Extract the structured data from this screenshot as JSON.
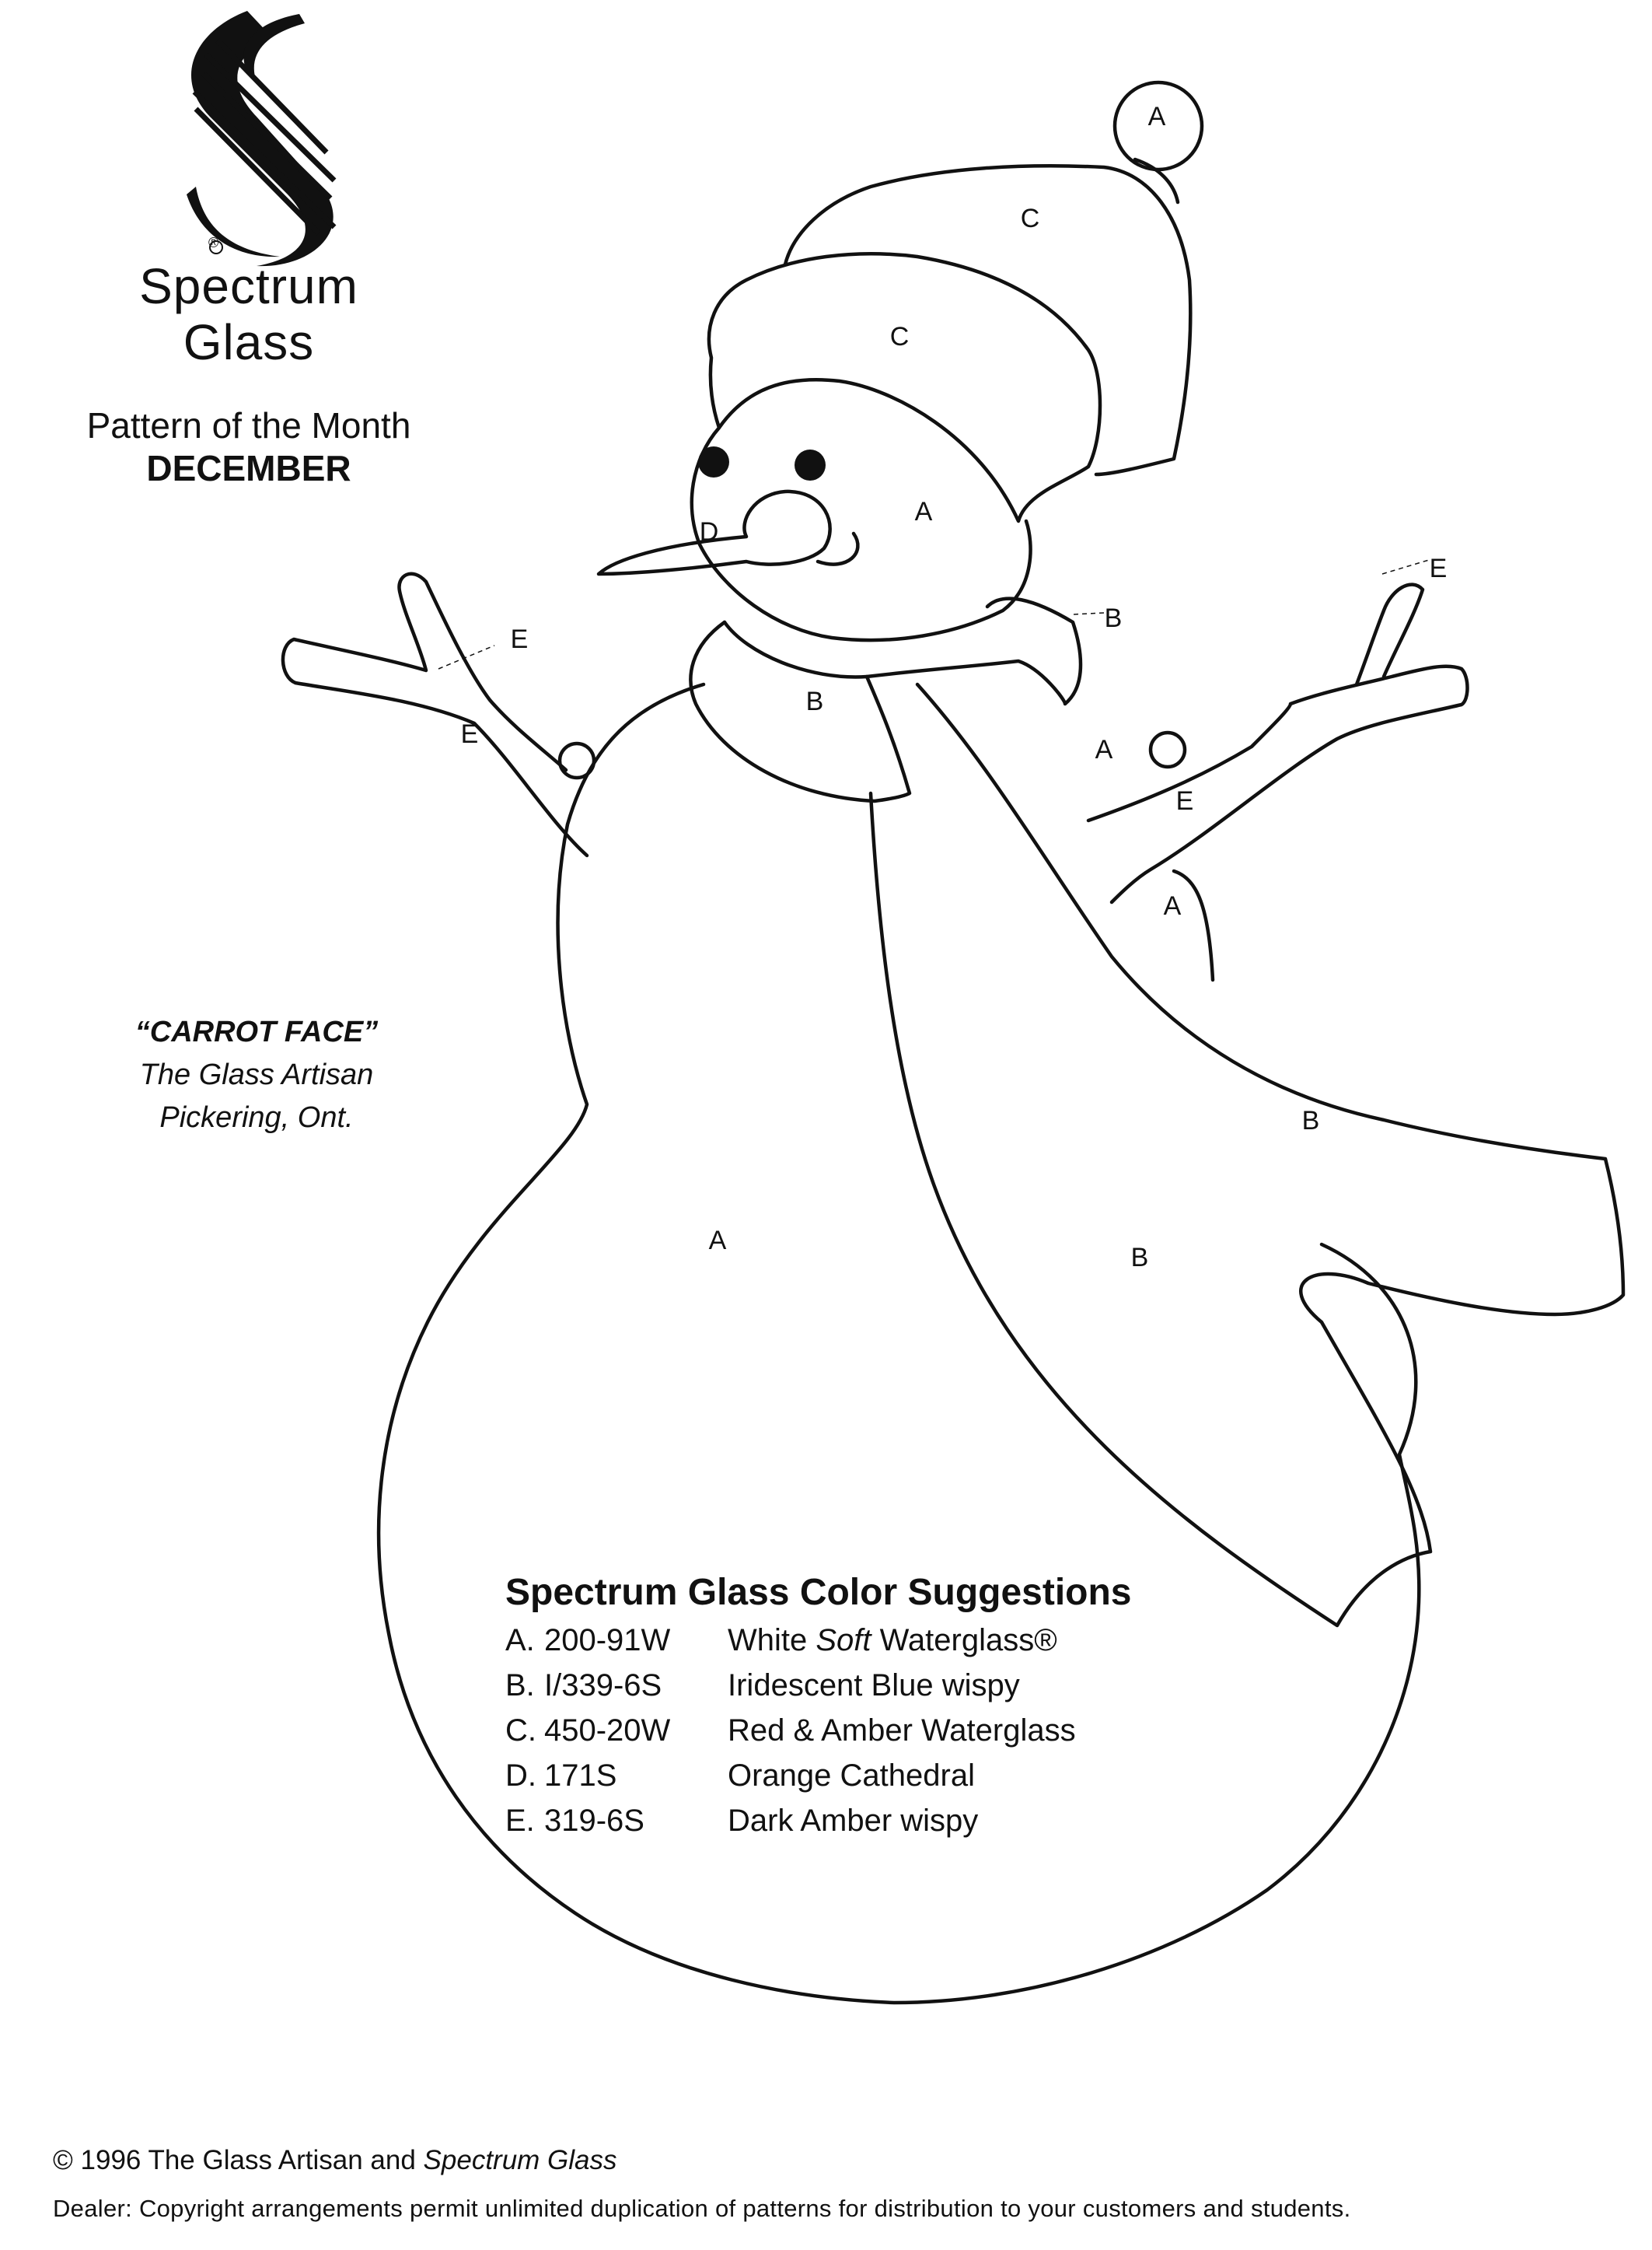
{
  "brand": {
    "logo_icon": "spectrum-s-logo",
    "registered_mark": "®",
    "name_line1": "Spectrum",
    "name_line2": "Glass"
  },
  "pattern": {
    "heading": "Pattern of the Month",
    "month": "DECEMBER"
  },
  "credit": {
    "title": "“CARROT FACE”",
    "artist": "The Glass Artisan",
    "location": "Pickering, Ont."
  },
  "drawing_labels": {
    "pompom": "A",
    "hat_top": "C",
    "hat_band": "C",
    "head": "A",
    "nose": "D",
    "scarf_neck_right": "B",
    "scarf_neck_front": "B",
    "left_upper_branch": "E",
    "left_arm": "E",
    "right_upper_branch": "E",
    "right_arm": "E",
    "body_right_upper": "A",
    "body_right_lower": "A",
    "scarf_tail_upper": "B",
    "scarf_tail_lower": "B",
    "body": "A"
  },
  "suggestions": {
    "title": "Spectrum Glass Color Suggestions",
    "items": [
      {
        "key": "A.",
        "code": "200-91W",
        "pre": "White ",
        "em": "Soft",
        "post": " Waterglass®"
      },
      {
        "key": "B.",
        "code": "I/339-6S",
        "pre": "Iridescent Blue wispy",
        "em": "",
        "post": ""
      },
      {
        "key": "C.",
        "code": "450-20W",
        "pre": "Red & Amber Waterglass",
        "em": "",
        "post": ""
      },
      {
        "key": "D.",
        "code": "171S",
        "pre": "Orange Cathedral",
        "em": "",
        "post": ""
      },
      {
        "key": "E.",
        "code": "319-6S",
        "pre": "Dark Amber wispy",
        "em": "",
        "post": ""
      }
    ]
  },
  "footer": {
    "copyright_pre": "© 1996 The Glass Artisan and ",
    "copyright_em": "Spectrum Glass",
    "dealer_note": "Dealer:  Copyright arrangements permit unlimited duplication of patterns for distribution to your customers and students."
  }
}
